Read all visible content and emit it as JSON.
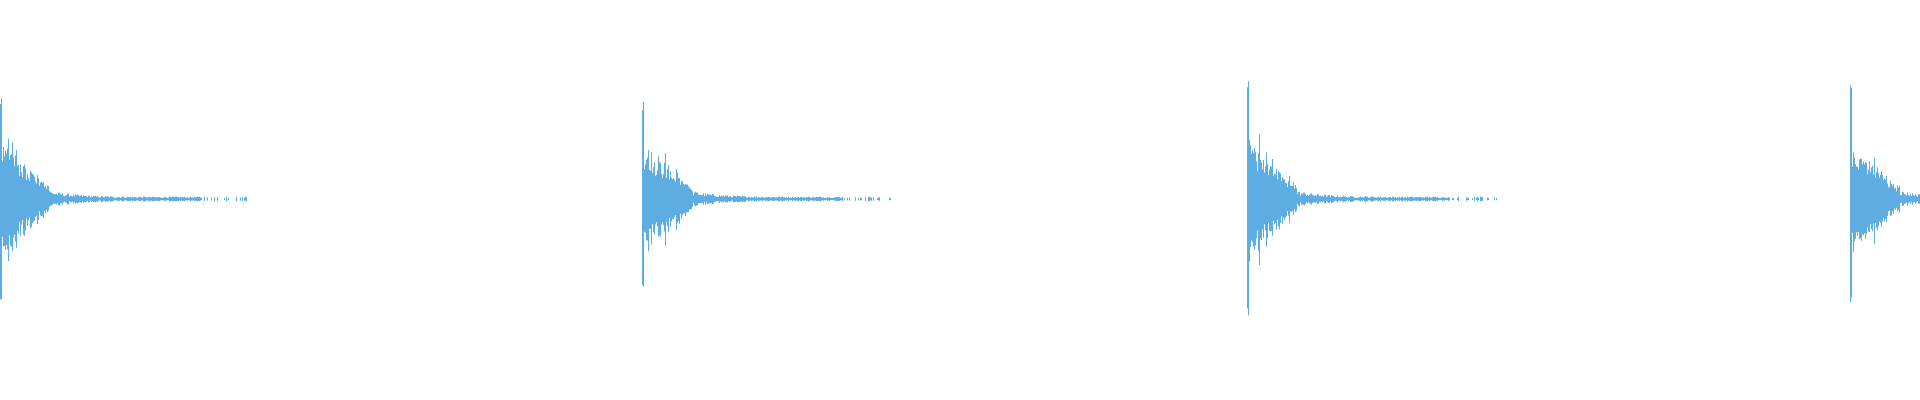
{
  "waveform": {
    "color": "#5dade2",
    "background": "#ffffff",
    "hits": [
      {
        "peak_top": 0.53,
        "peak_bottom": 0.53,
        "body": 0.32,
        "tail": 0.012
      },
      {
        "peak_top": 0.5,
        "peak_bottom": 0.5,
        "body": 0.31,
        "tail": 0.012
      },
      {
        "peak_top": 0.59,
        "peak_bottom": 0.6,
        "body": 0.33,
        "tail": 0.012
      },
      {
        "peak_top": 0.57,
        "peak_bottom": 0.57,
        "body": 0.3,
        "tail": 0.012
      }
    ]
  }
}
